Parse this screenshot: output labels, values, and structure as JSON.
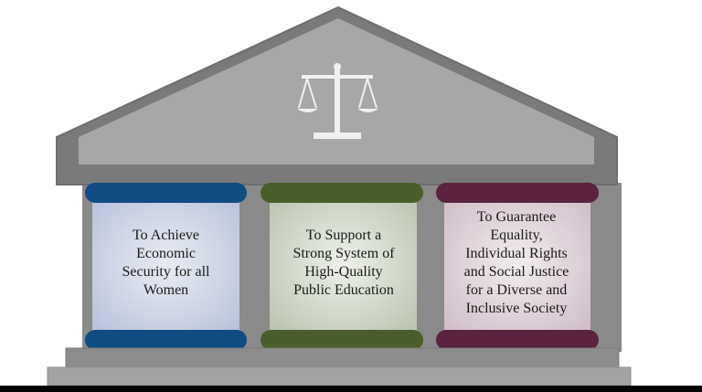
{
  "pillars": [
    {
      "text": "To Achieve\nEconomic\nSecurity for all\nWomen",
      "cap_color": "#0f4c81",
      "body_color": "#c6cee0"
    },
    {
      "text": "To Support a\nStrong System of\nHigh-Quality\nPublic Education",
      "cap_color": "#4a5e2a",
      "body_color": "#c4cdbb"
    },
    {
      "text": "To Guarantee\nEquality,\nIndividual Rights\nand Social Justice\nfor a Diverse and\nInclusive Society",
      "cap_color": "#5a2440",
      "body_color": "#d8c9d1"
    }
  ],
  "roof_icon": "scales-of-justice-icon",
  "colors": {
    "roof_dark": "#7a7a7a",
    "roof_light": "#a8a8a8",
    "base": "#8c8c8c",
    "ground": "#000000"
  }
}
